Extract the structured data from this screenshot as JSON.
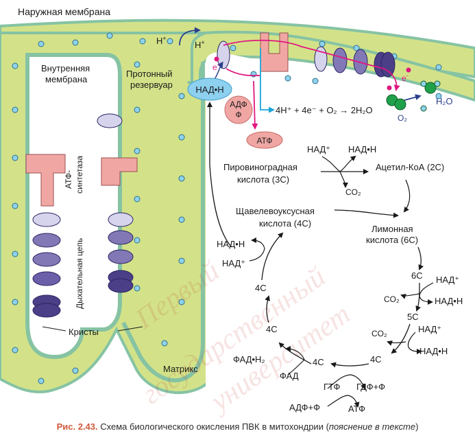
{
  "labels": {
    "outer_membrane": "Наружная мембрана",
    "inner_membrane": "Внутренняя мембрана",
    "inner_membrane_l1": "Внутренняя",
    "inner_membrane_l2": "мембрана",
    "proton_reservoir_l1": "Протонный",
    "proton_reservoir_l2": "резервуар",
    "atp_synthase_l1": "АТФ-",
    "atp_synthase_l2": "синтетаза",
    "resp_chain": "Дыхательная цепь",
    "cristae": "Кристы",
    "matrix": "Матрикс",
    "h_plus": "H",
    "plus": "+",
    "electron": "e",
    "minus": "-"
  },
  "etc": {
    "nadh": "НАД•Н",
    "adp_l1": "АДФ",
    "adp_l2": "Ф",
    "atp": "АТФ",
    "reaction": "4H⁺ + 4e⁻ + O₂ → 2H₂O",
    "h2o": "H₂O",
    "o2": "O₂"
  },
  "cycle": {
    "pyruvate_l1": "Пировиноградная",
    "pyruvate_l2": "кислота (3С)",
    "acetyl_coa": "Ацетил-КоА (2С)",
    "citric_l1": "Лимонная",
    "citric_l2": "кислота (6С)",
    "oxaloacetate_l1": "Щавелевоуксусная",
    "oxaloacetate_l2": "кислота (4С)",
    "nad_plus": "НАД⁺",
    "nadh": "НАД•Н",
    "co2": "CO₂",
    "c6": "6С",
    "c5": "5С",
    "c4": "4С",
    "fadh2": "ФАД•Н₂",
    "fad": "ФАД",
    "gtp": "ГТФ",
    "gdp": "ГДФ+Ф",
    "adp": "АДФ+Ф",
    "atp": "АТФ"
  },
  "watermark": {
    "line1": "Первый",
    "line2": "государственный",
    "line3": "университет"
  },
  "caption": {
    "figure": "Рис. 2.43.",
    "text": " Схема биологического окисления ПВК в митохондрии (",
    "note": "пояснение в тексте",
    "end": ")"
  },
  "colors": {
    "membrane_fill": "#d3e289",
    "membrane_edge": "#86c3a3",
    "particle": "#8fd2ec",
    "synthase": "#f0a7a4",
    "chain_light": "#d6d4ec",
    "chain_mid": "#8278b6",
    "chain_dark": "#4b3f88",
    "nadh_oval": "#8dd0ef",
    "arrow_magenta": "#e0177f",
    "arrow_blue": "#2b3f8c",
    "caption_accent": "#d05a3a"
  }
}
